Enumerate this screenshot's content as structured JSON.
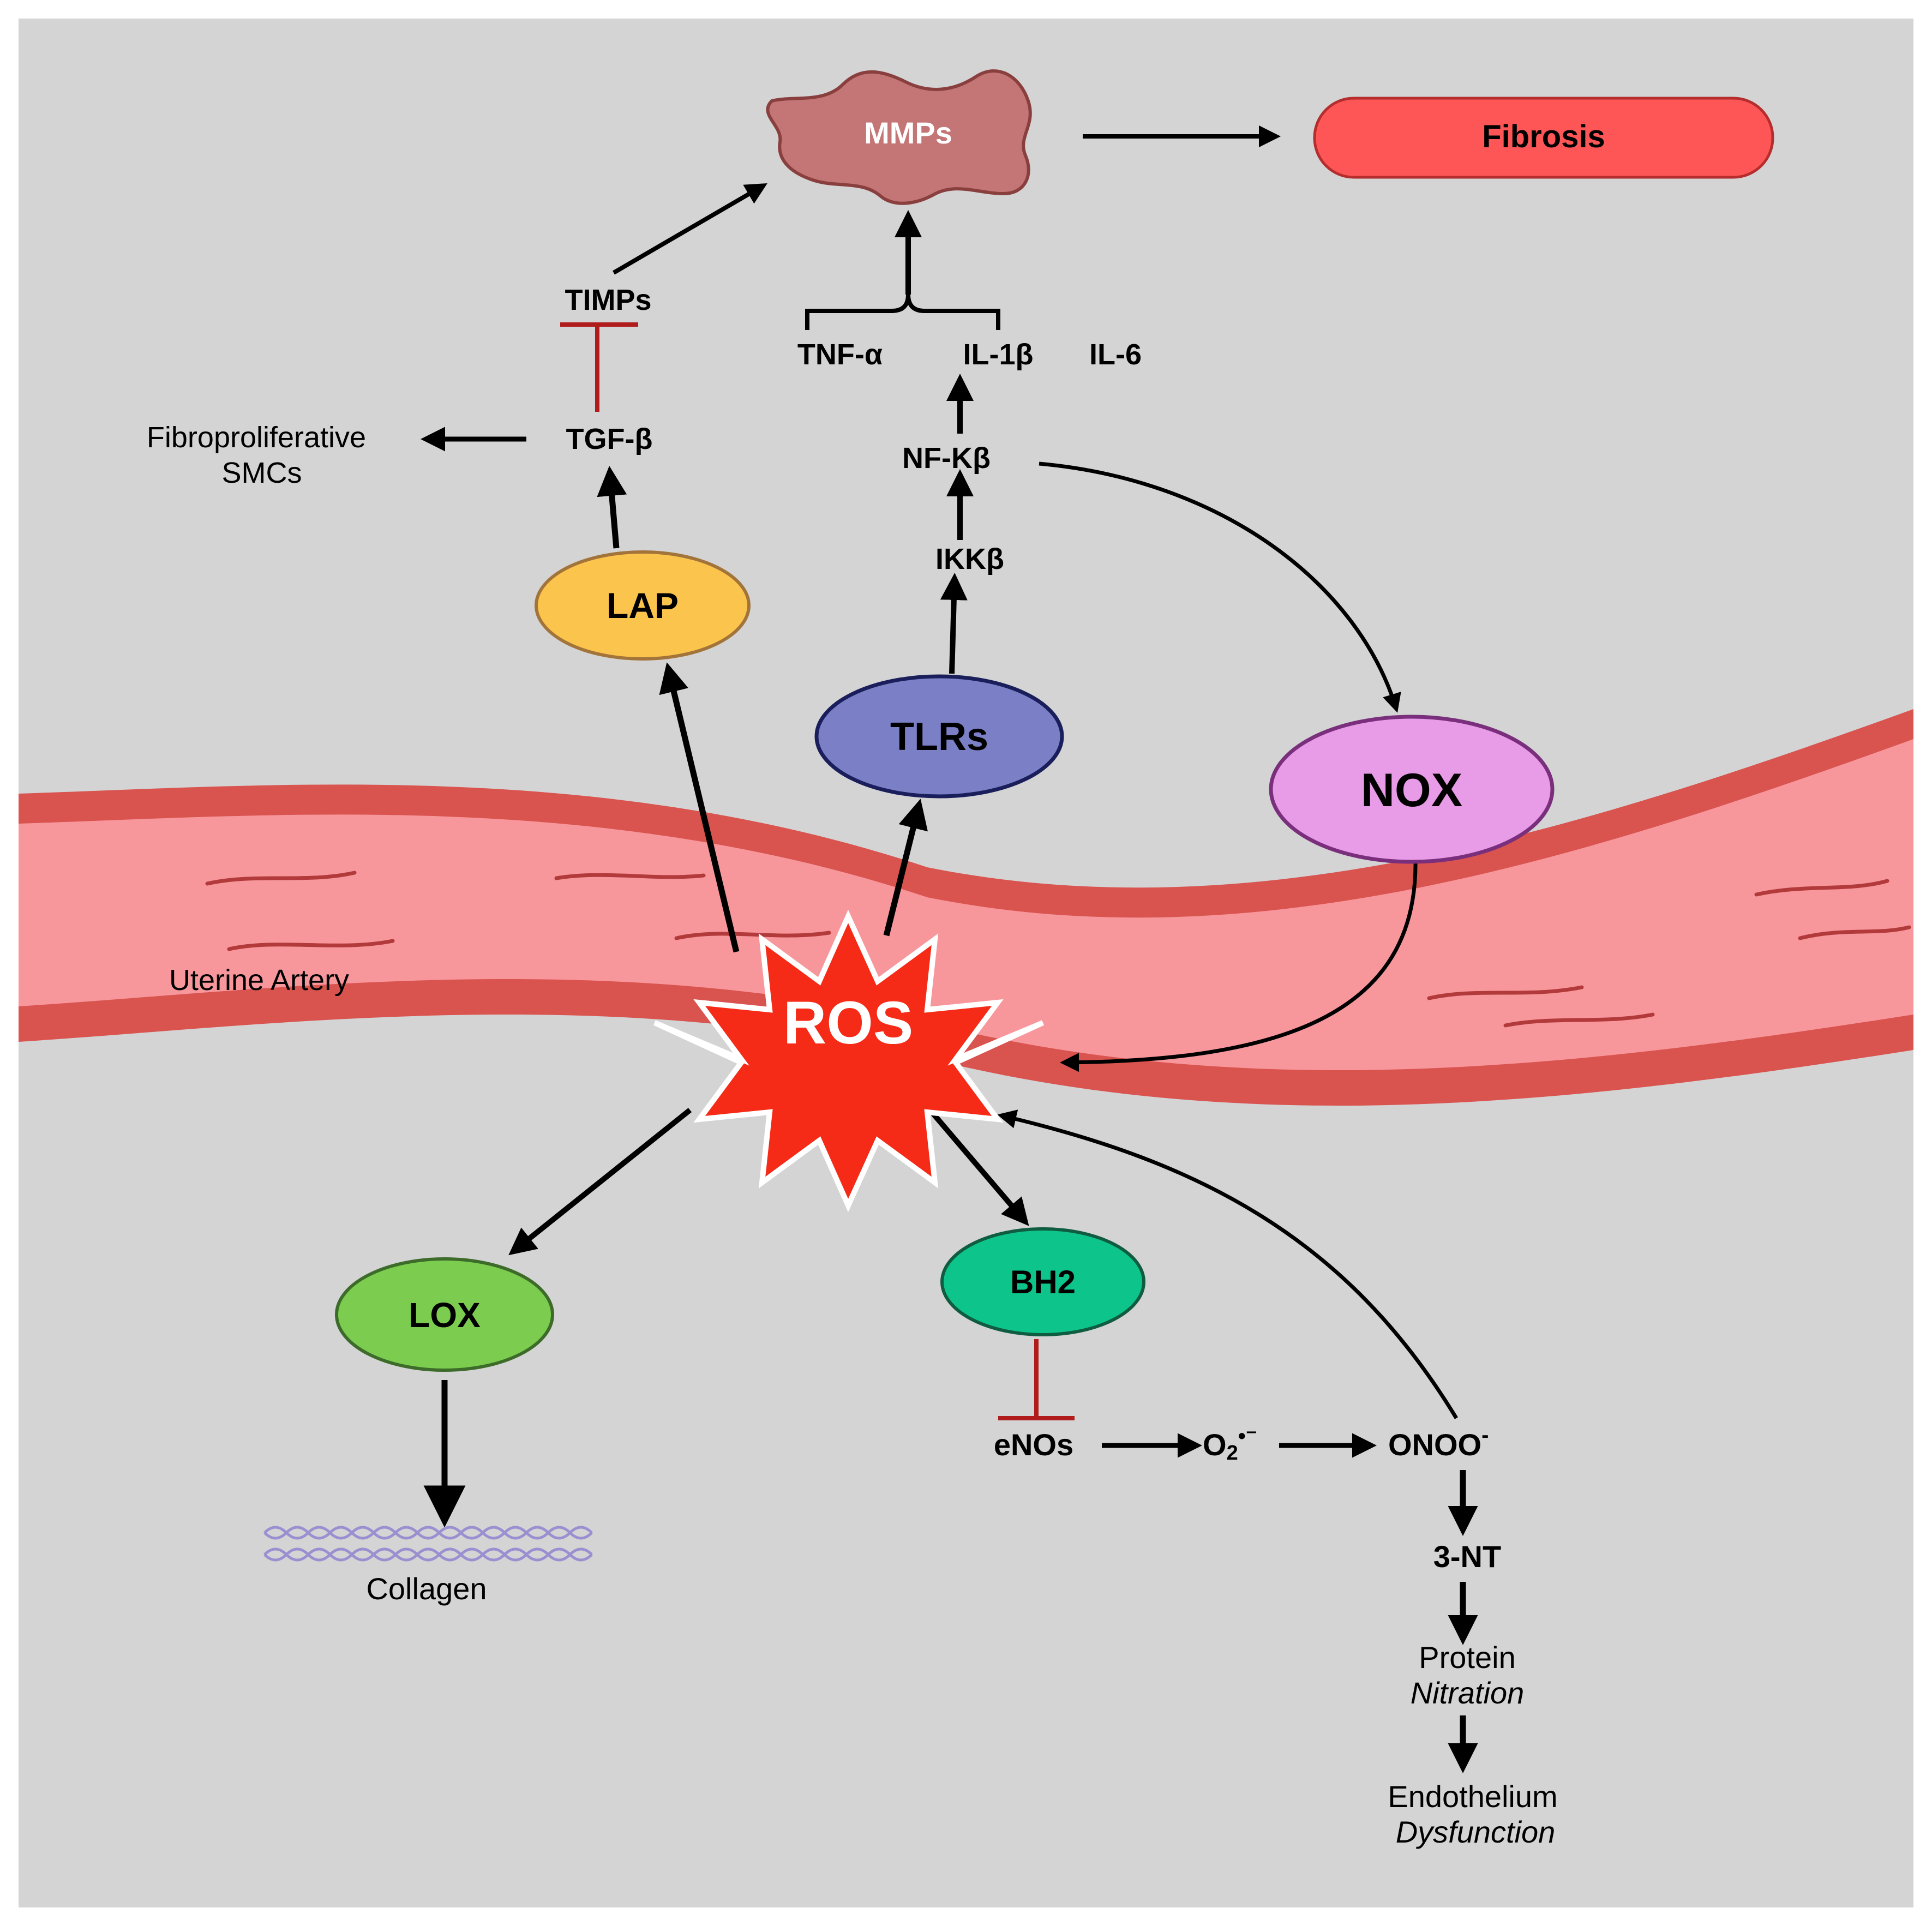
{
  "nodes": {
    "mmps": "MMPs",
    "fibrosis": "Fibrosis",
    "timps": "TIMPs",
    "tnf": "TNF-α",
    "il1b": "IL-1β",
    "il6": "IL-6",
    "fibro_line1": "Fibroproliferative",
    "fibro_line2": "SMCs",
    "tgf": "TGF-β",
    "nfkb": "NF-Kβ",
    "ikkb": "IKKβ",
    "lap": "LAP",
    "tlrs": "TLRs",
    "nox": "NOX",
    "uterine_artery": "Uterine Artery",
    "ros": "ROS",
    "lox": "LOX",
    "bh2": "BH2",
    "collagen": "Collagen",
    "enos": "eNOs",
    "o2_base": "O",
    "o2_sub": "2",
    "o2_sup": "•⁻",
    "onoo": "ONOO",
    "onoo_sup": "-",
    "nt3": "3-NT",
    "protein": "Protein",
    "nitration": "Nitration",
    "endothelium": "Endothelium",
    "dysfunction": "Dysfunction"
  },
  "colors": {
    "background": "#d4d4d4",
    "artery_wall": "#d9534f",
    "artery_lumen": "#f7979c",
    "mmps_fill": "#c47575",
    "fibrosis_fill": "#fe5656",
    "lap_fill": "#fbc44d",
    "tlrs_fill": "#7b7fc6",
    "nox_fill": "#e89be6",
    "ros_fill": "#f52a17",
    "lox_fill": "#7ccd4f",
    "bh2_fill": "#0dc58a",
    "inhibit": "#b01c1c",
    "collagen": "#9a8fd0"
  },
  "icons": [
    "ros-burst",
    "collagen-helix"
  ]
}
